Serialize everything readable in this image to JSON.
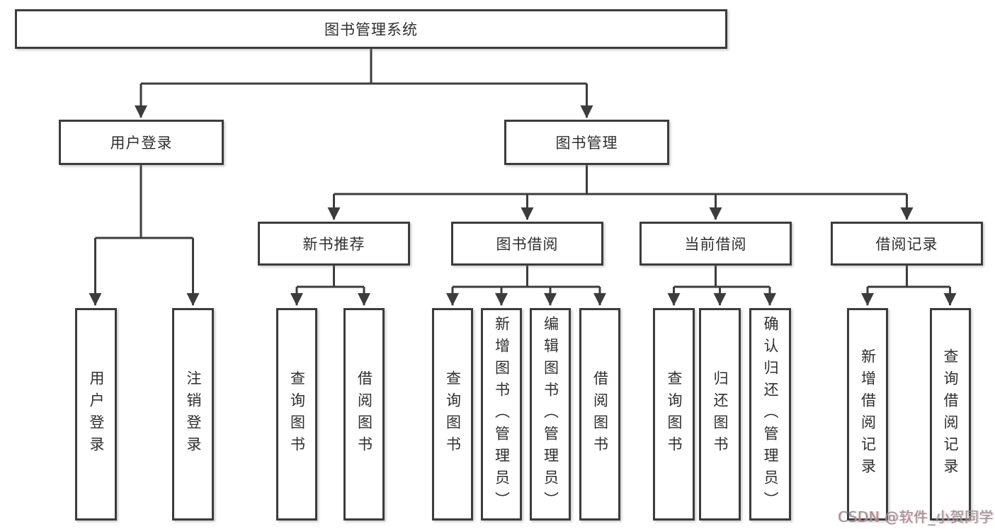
{
  "diagram": {
    "type": "hierarchy",
    "colors": {
      "background": "#ffffff",
      "line": "#3c3c3c",
      "box_border": "#3c3c3c",
      "box_fill": "#ffffff",
      "text": "#2f2f2f",
      "watermark_text": "#949494",
      "watermark_tint": "#ff8282"
    },
    "nodes": {
      "root": {
        "label": "图书管理系统"
      },
      "level2": [
        {
          "label": "用户登录"
        },
        {
          "label": "图书管理"
        }
      ],
      "level3": [
        {
          "label": "新书推荐",
          "parent": "图书管理"
        },
        {
          "label": "图书借阅",
          "parent": "图书管理"
        },
        {
          "label": "当前借阅",
          "parent": "图书管理"
        },
        {
          "label": "借阅记录",
          "parent": "图书管理"
        }
      ],
      "leaves": [
        {
          "label": "用户登录",
          "parent": "用户登录"
        },
        {
          "label": "注销登录",
          "parent": "用户登录"
        },
        {
          "label": "查询图书",
          "parent": "新书推荐"
        },
        {
          "label": "借阅图书",
          "parent": "新书推荐"
        },
        {
          "label": "查询图书",
          "parent": "图书借阅"
        },
        {
          "label": "新增图书（管理员）",
          "parent": "图书借阅"
        },
        {
          "label": "编辑图书（管理员）",
          "parent": "图书借阅"
        },
        {
          "label": "借阅图书",
          "parent": "图书借阅"
        },
        {
          "label": "查询图书",
          "parent": "当前借阅"
        },
        {
          "label": "归还图书",
          "parent": "当前借阅"
        },
        {
          "label": "确认归还（管理员）",
          "parent": "当前借阅"
        },
        {
          "label": "新增借阅记录",
          "parent": "借阅记录"
        },
        {
          "label": "查询借阅记录",
          "parent": "借阅记录"
        }
      ]
    },
    "watermark": {
      "text": "CSDN @软件_小贺同学"
    }
  }
}
